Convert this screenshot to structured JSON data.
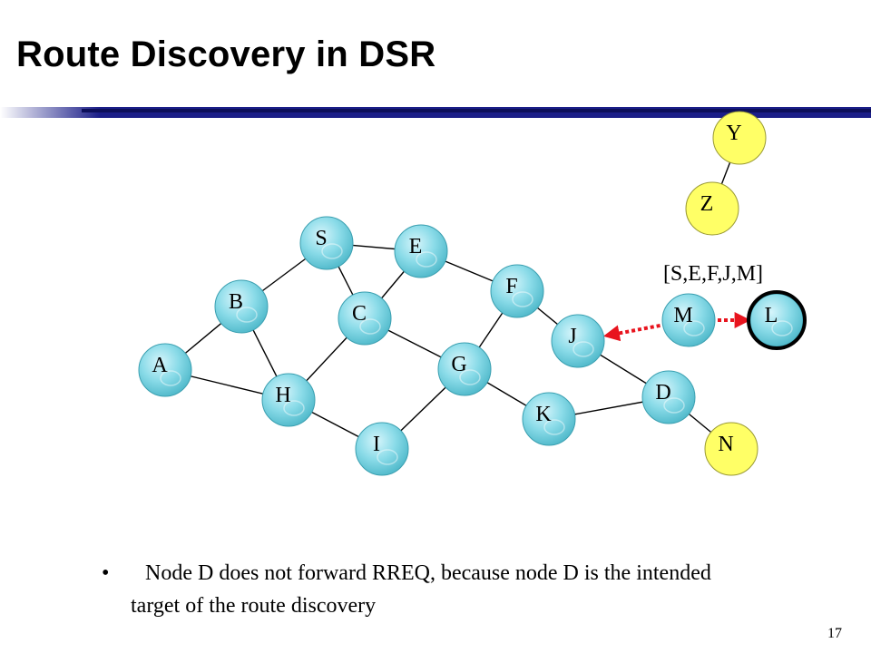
{
  "slide": {
    "title": "Route Discovery in DSR",
    "bullet": "Node D does not forward RREQ, because node D is the intended target of the route discovery",
    "bullet_marker": "•",
    "page_number": "17"
  },
  "diagram": {
    "path_label": "[S,E,F,J,M]",
    "colors": {
      "node_fill": "#7fd8e6",
      "node_highlight": "#d6f5fb",
      "target_fill": "#ffff66",
      "edge": "#000000",
      "rreq_arrow": "#e8141e",
      "title_bar": "#1b1e88"
    },
    "nodes": [
      {
        "id": "S",
        "label": "S",
        "style": "normal"
      },
      {
        "id": "E",
        "label": "E",
        "style": "normal"
      },
      {
        "id": "F",
        "label": "F",
        "style": "normal"
      },
      {
        "id": "B",
        "label": "B",
        "style": "normal"
      },
      {
        "id": "C",
        "label": "C",
        "style": "normal"
      },
      {
        "id": "J",
        "label": "J",
        "style": "normal"
      },
      {
        "id": "A",
        "label": "A",
        "style": "normal"
      },
      {
        "id": "G",
        "label": "G",
        "style": "normal"
      },
      {
        "id": "H",
        "label": "H",
        "style": "normal"
      },
      {
        "id": "D",
        "label": "D",
        "style": "normal"
      },
      {
        "id": "K",
        "label": "K",
        "style": "normal"
      },
      {
        "id": "I",
        "label": "I",
        "style": "normal"
      },
      {
        "id": "M",
        "label": "M",
        "style": "normal"
      },
      {
        "id": "L",
        "label": "L",
        "style": "bold-ring"
      },
      {
        "id": "Y",
        "label": "Y",
        "style": "yellow"
      },
      {
        "id": "Z",
        "label": "Z",
        "style": "yellow"
      },
      {
        "id": "N",
        "label": "N",
        "style": "yellow"
      }
    ],
    "edges": [
      [
        "S",
        "E"
      ],
      [
        "S",
        "B"
      ],
      [
        "S",
        "C"
      ],
      [
        "E",
        "C"
      ],
      [
        "E",
        "F"
      ],
      [
        "B",
        "A"
      ],
      [
        "B",
        "H"
      ],
      [
        "A",
        "H"
      ],
      [
        "H",
        "C"
      ],
      [
        "H",
        "I"
      ],
      [
        "C",
        "G"
      ],
      [
        "G",
        "F"
      ],
      [
        "G",
        "I"
      ],
      [
        "G",
        "K"
      ],
      [
        "F",
        "J"
      ],
      [
        "J",
        "D"
      ],
      [
        "K",
        "D"
      ],
      [
        "D",
        "N"
      ],
      [
        "Y",
        "Z"
      ]
    ],
    "rreq_arrows": [
      [
        "M",
        "J"
      ],
      [
        "M",
        "L"
      ]
    ]
  }
}
